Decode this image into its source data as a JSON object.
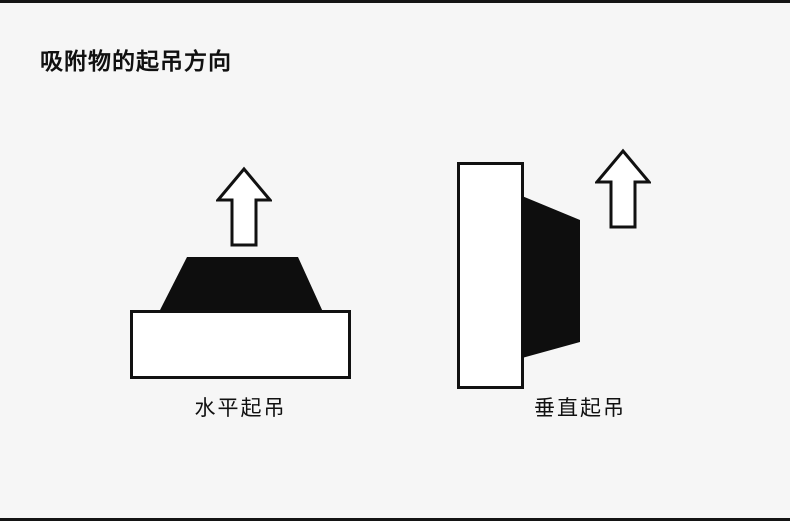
{
  "page": {
    "title": "吸附物的起吊方向",
    "background_color": "#f6f6f6",
    "edge_line_color": "#141414"
  },
  "diagrams": [
    {
      "id": "horizontal-lift",
      "label": "水平起吊",
      "icon": "up-arrow-icon"
    },
    {
      "id": "vertical-lift",
      "label": "垂直起吊",
      "icon": "up-arrow-icon"
    }
  ],
  "colors": {
    "magnet_fill": "#0e0e0e",
    "plate_fill": "#ffffff",
    "outline": "#111111"
  }
}
